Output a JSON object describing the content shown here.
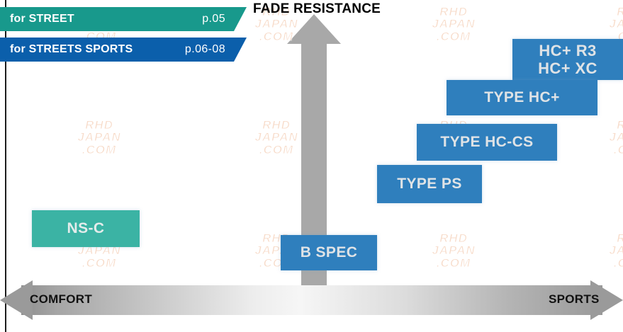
{
  "chart_data": {
    "type": "scatter",
    "title": "FADE RESISTANCE",
    "xlabel_left": "COMFORT",
    "xlabel_right": "SPORTS",
    "ylabel": "FADE RESISTANCE",
    "grid": false,
    "legend_position": "top-left",
    "categories": [
      "NS-C",
      "B SPEC",
      "TYPE PS",
      "TYPE HC-CS",
      "TYPE HC+",
      "HC+ R3 / HC+ XC"
    ],
    "points": [
      {
        "label": "NS-C",
        "x_comfort_sports": 0.1,
        "y_fade_resistance": 0.25,
        "series": "for STREET"
      },
      {
        "label": "B SPEC",
        "x_comfort_sports": 0.52,
        "y_fade_resistance": 0.13,
        "series": "for STREETS SPORTS"
      },
      {
        "label": "TYPE PS",
        "x_comfort_sports": 0.68,
        "y_fade_resistance": 0.4,
        "series": "for STREETS SPORTS"
      },
      {
        "label": "TYPE HC-CS",
        "x_comfort_sports": 0.76,
        "y_fade_resistance": 0.53,
        "series": "for STREETS SPORTS"
      },
      {
        "label": "TYPE HC+",
        "x_comfort_sports": 0.84,
        "y_fade_resistance": 0.66,
        "series": "for STREETS SPORTS"
      },
      {
        "label": "HC+ R3",
        "x_comfort_sports": 0.92,
        "y_fade_resistance": 0.8,
        "series": "for STREETS SPORTS"
      },
      {
        "label": "HC+ XC",
        "x_comfort_sports": 0.92,
        "y_fade_resistance": 0.86,
        "series": "for STREETS SPORTS"
      }
    ]
  },
  "title": "FADE RESISTANCE",
  "legend": {
    "street": {
      "label": "for STREET",
      "label_prefix": "for ",
      "label_main": "STREET",
      "page": "p.05",
      "color": "#18998c"
    },
    "streets_sports": {
      "label": "for STREETS SPORTS",
      "label_prefix": "for ",
      "label_main": "STREETS SPORTS",
      "page": "p.06-08",
      "color": "#0b5fab"
    }
  },
  "axes": {
    "vertical_label": "FADE RESISTANCE",
    "horizontal_left_label": "COMFORT",
    "horizontal_right_label": "SPORTS",
    "arrow_color": "#a8a8a8"
  },
  "boxes": {
    "hc_r3_xc": {
      "line1": "HC+ R3",
      "line2": "HC+ XC",
      "color": "#2f7fbd"
    },
    "type_hc_plus": {
      "label": "TYPE HC+",
      "color": "#2f7fbd"
    },
    "type_hc_cs": {
      "label": "TYPE HC-CS",
      "color": "#2f7fbd"
    },
    "type_ps": {
      "label": "TYPE PS",
      "color": "#2f7fbd"
    },
    "b_spec": {
      "label": "B SPEC",
      "color": "#2f7fbd"
    },
    "ns_c": {
      "label": "NS-C",
      "color": "#3bb3a4"
    }
  },
  "watermark": {
    "line1": "RHD",
    "line2": "JAPAN",
    "line3": ".COM",
    "color": "#f3c4a6"
  }
}
